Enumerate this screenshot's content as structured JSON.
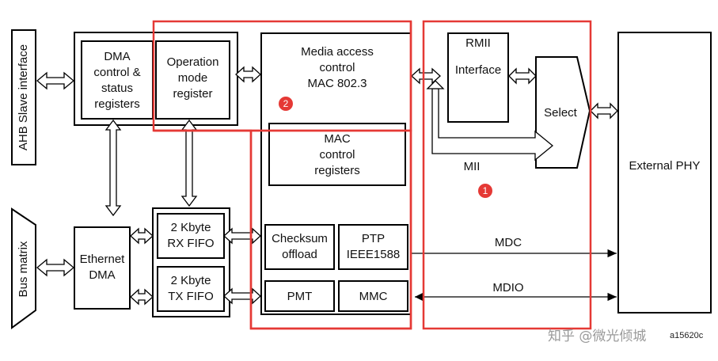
{
  "blocks": {
    "ahb_slave": "AHB Slave interface",
    "bus_matrix": "Bus matrix",
    "dma_regs": "DMA\ncontrol &\nstatus\nregisters",
    "op_mode": "Operation\nmode\nregister",
    "mac": "Media access\ncontrol\nMAC 802.3",
    "mac_ctrl": "MAC\ncontrol\nregisters",
    "checksum": "Checksum\noffload",
    "ptp": "PTP\nIEEE1588",
    "pmt": "PMT",
    "mmc": "MMC",
    "eth_dma": "Ethernet\nDMA",
    "rx_fifo": "2 Kbyte\nRX FIFO",
    "tx_fifo": "2 Kbyte\nTX FIFO",
    "rmii": "RMII\n\nInterface",
    "select": "Select",
    "ext_phy": "External PHY"
  },
  "signals": {
    "mii": "MII",
    "mdc": "MDC",
    "mdio": "MDIO"
  },
  "badges": {
    "one": "1",
    "two": "2"
  },
  "watermark": "知乎 @微光倾城",
  "figure_code": "a15620c",
  "colors": {
    "highlight": "#e53935",
    "line": "#000000"
  }
}
